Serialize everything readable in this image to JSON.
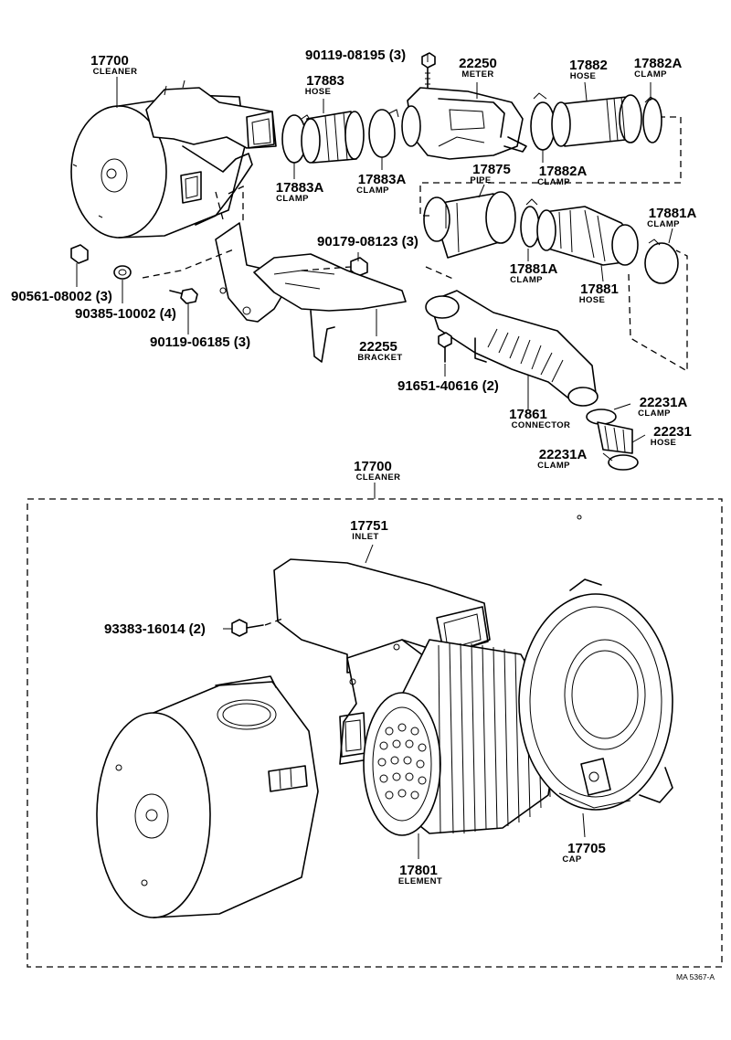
{
  "upper": {
    "cleaner": {
      "number": "17700",
      "name": "CLEANER"
    },
    "hose_17883": {
      "number": "17883",
      "name": "HOSE"
    },
    "bolt_08195": {
      "number": "90119-08195 (3)"
    },
    "meter": {
      "number": "22250",
      "name": "METER"
    },
    "hose_17882": {
      "number": "17882",
      "name": "HOSE"
    },
    "clamp_17882A_top": {
      "number": "17882A",
      "name": "CLAMP"
    },
    "clamp_17883A_left": {
      "number": "17883A",
      "name": "CLAMP"
    },
    "clamp_17883A_mid": {
      "number": "17883A",
      "name": "CLAMP"
    },
    "pipe": {
      "number": "17875",
      "name": "PIPE"
    },
    "clamp_17882A_mid": {
      "number": "17882A",
      "name": "CLAMP"
    },
    "clamp_17881A_right": {
      "number": "17881A",
      "name": "CLAMP"
    },
    "nut_08123": {
      "number": "90179-08123 (3)"
    },
    "clamp_17881A_mid": {
      "number": "17881A",
      "name": "CLAMP"
    },
    "hose_17881": {
      "number": "17881",
      "name": "HOSE"
    },
    "part_08002": {
      "number": "90561-08002 (3)"
    },
    "part_10002": {
      "number": "90385-10002 (4)"
    },
    "bolt_06185": {
      "number": "90119-06185 (3)"
    },
    "bracket": {
      "number": "22255",
      "name": "BRACKET"
    },
    "bolt_40616": {
      "number": "91651-40616 (2)"
    },
    "connector": {
      "number": "17861",
      "name": "CONNECTOR"
    },
    "clamp_22231A_top": {
      "number": "22231A",
      "name": "CLAMP"
    },
    "hose_22231": {
      "number": "22231",
      "name": "HOSE"
    },
    "clamp_22231A_bottom": {
      "number": "22231A",
      "name": "CLAMP"
    }
  },
  "lower": {
    "cleaner": {
      "number": "17700",
      "name": "CLEANER"
    },
    "inlet": {
      "number": "17751",
      "name": "INLET"
    },
    "bolt_16014": {
      "number": "93383-16014 (2)"
    },
    "element": {
      "number": "17801",
      "name": "ELEMENT"
    },
    "cap": {
      "number": "17705",
      "name": "CAP"
    }
  },
  "reference": "MA 5367-A"
}
